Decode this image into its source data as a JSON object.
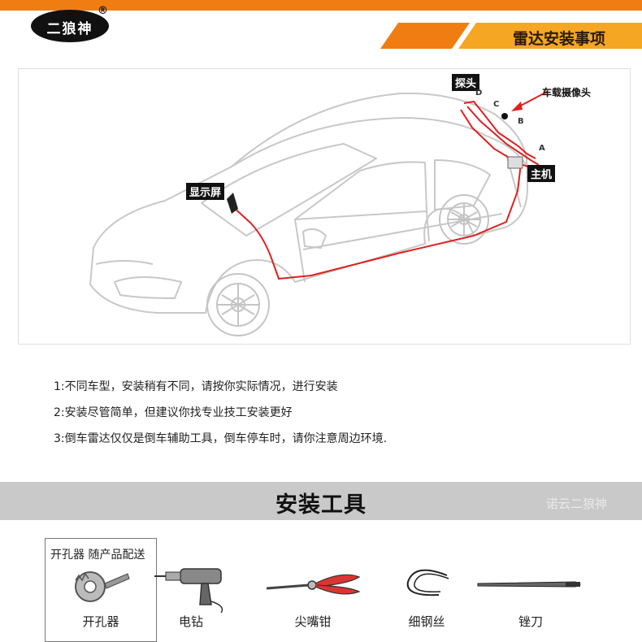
{
  "brand": {
    "logo_text": "二狼神",
    "registered_mark": "®"
  },
  "header": {
    "title": "雷达安装事项"
  },
  "diagram": {
    "labels": {
      "probe": "探头",
      "camera": "车载摄像头",
      "host": "主机",
      "display": "显示屏"
    },
    "points": [
      "A",
      "B",
      "C",
      "D"
    ]
  },
  "notes": [
    "1:不同车型，安装稍有不同，请按你实际情况，进行安装",
    "2:安装尽管简单，但建议你找专业技工安装更好",
    "3:倒车雷达仅仅是倒车辅助工具，倒车停车时，请你注意周边环境."
  ],
  "tools_section": {
    "title": "安装工具",
    "watermark": "诺云二狼神"
  },
  "tools": {
    "box_caption": "开孔器 随产品配送",
    "items": [
      "开孔器",
      "电钻",
      "尖嘴钳",
      "细钢丝",
      "锉刀"
    ]
  },
  "colors": {
    "accent": "#f07d12",
    "wire": "#e02020",
    "banner": "#c9c9c9"
  }
}
